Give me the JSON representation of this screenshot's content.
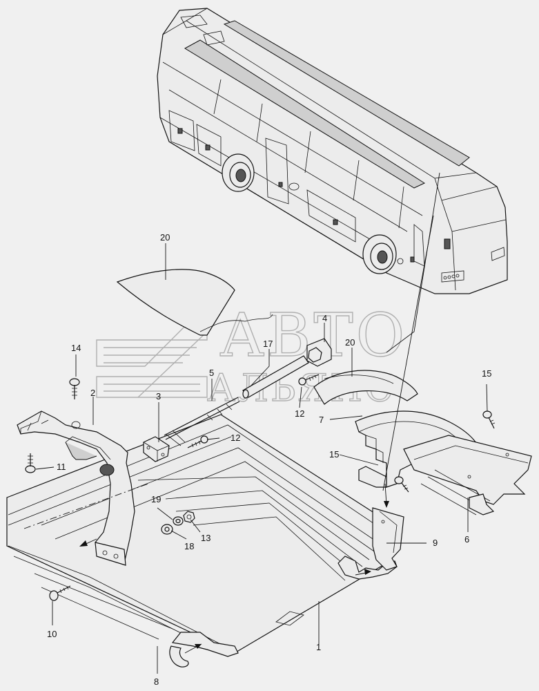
{
  "watermark": {
    "line1": "АВТО",
    "line2": "АЛЬЯНС"
  },
  "callouts": {
    "c1": "1",
    "c2": "2",
    "c3": "3",
    "c4": "4",
    "c5": "5",
    "c6": "6",
    "c7": "7",
    "c8": "8",
    "c9": "9",
    "c10": "10",
    "c11": "11",
    "c12a": "12",
    "c12b": "12",
    "c13": "13",
    "c14": "14",
    "c15a": "15",
    "c15b": "15",
    "c17": "17",
    "c18": "18",
    "c19": "19",
    "c20a": "20",
    "c20b": "20"
  }
}
